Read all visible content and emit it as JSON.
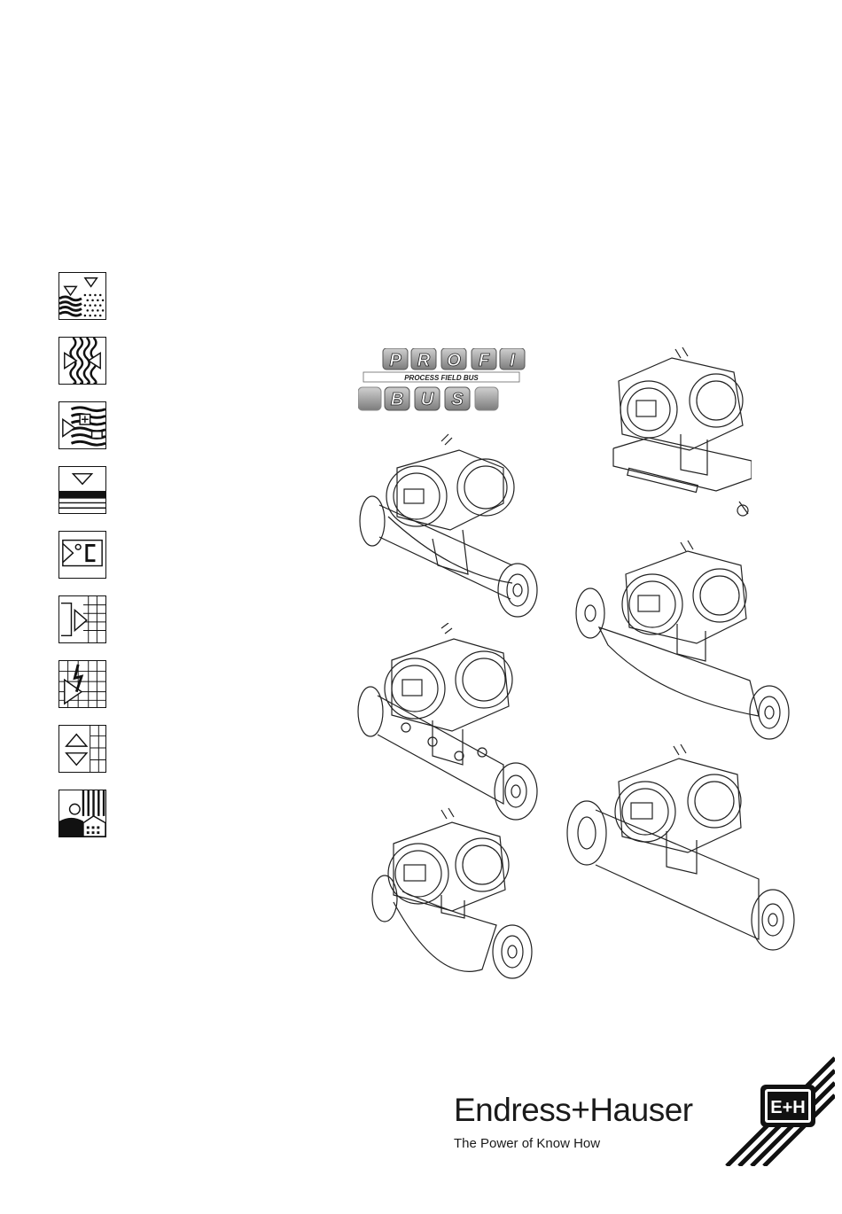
{
  "profibus": {
    "letters_top": [
      "P",
      "R",
      "O",
      "F",
      "I"
    ],
    "subtitle": "PROCESS FIELD BUS",
    "letters_bottom": [
      "B",
      "U",
      "S"
    ]
  },
  "brand": {
    "name": "Endress+Hauser",
    "tagline": "The Power of Know How",
    "logo_text": "E+H"
  },
  "icons": [
    "level-icon",
    "flow-icon",
    "analysis-icon",
    "pressure-icon",
    "temperature-icon",
    "recorder-icon",
    "protection-icon",
    "limit-switch-icon",
    "system-components-icon"
  ],
  "colors": {
    "ink": "#1a1a1a",
    "profibus_fill": "#9a9a9a"
  }
}
